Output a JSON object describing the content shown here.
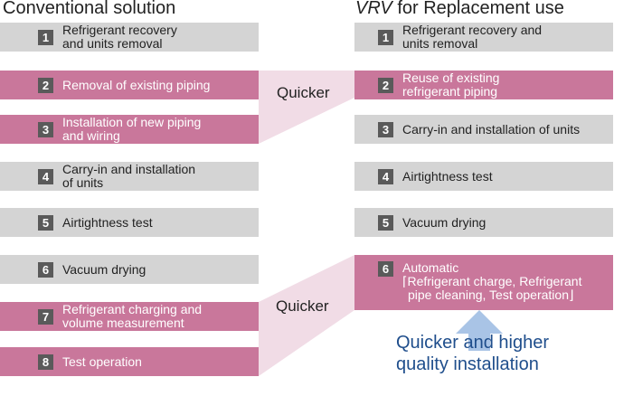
{
  "headings": {
    "left": "Conventional solution",
    "right_italic": "VRV",
    "right_rest": " for Replacement use"
  },
  "left_steps": [
    {
      "num": "1",
      "line1": "Refrigerant recovery",
      "line2": "and units removal"
    },
    {
      "num": "2",
      "line1": "Removal of existing piping",
      "line2": ""
    },
    {
      "num": "3",
      "line1": "Installation of new piping",
      "line2": "and wiring"
    },
    {
      "num": "4",
      "line1": "Carry-in and installation",
      "line2": "of units"
    },
    {
      "num": "5",
      "line1": "Airtightness test",
      "line2": ""
    },
    {
      "num": "6",
      "line1": "Vacuum drying",
      "line2": ""
    },
    {
      "num": "7",
      "line1": "Refrigerant charging and",
      "line2": "volume measurement"
    },
    {
      "num": "8",
      "line1": "Test operation",
      "line2": ""
    }
  ],
  "right_steps": [
    {
      "num": "1",
      "line1": "Refrigerant recovery and",
      "line2": "units removal"
    },
    {
      "num": "2",
      "line1": "Reuse of existing",
      "line2": "refrigerant piping"
    },
    {
      "num": "3",
      "line1": "Carry-in and installation of units",
      "line2": ""
    },
    {
      "num": "4",
      "line1": "Airtightness test",
      "line2": ""
    },
    {
      "num": "5",
      "line1": "Vacuum drying",
      "line2": ""
    },
    {
      "num": "6",
      "line1": "Automatic",
      "line2": "Refrigerant charge, Refrigerant",
      "line3": "pipe cleaning, Test operation"
    }
  ],
  "quicker_labels": [
    "Quicker",
    "Quicker"
  ],
  "bottom_note": {
    "line1": "Quicker and higher",
    "line2": "quality installation"
  },
  "colors": {
    "gray_box": "#d4d4d4",
    "pink_box": "#c9779b",
    "number_box": "#5a5a5a",
    "funnel": "#f1dce6",
    "arrow": "#a9c4e6",
    "note_text": "#1f4e8c"
  },
  "icons": [
    "up-arrow-icon"
  ]
}
